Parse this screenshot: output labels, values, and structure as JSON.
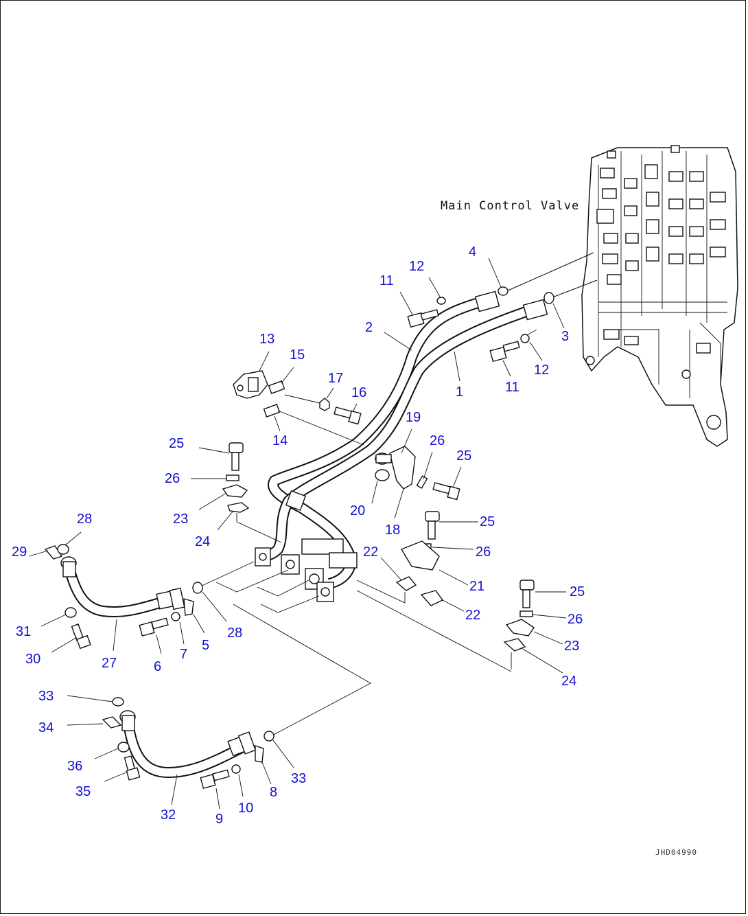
{
  "diagram": {
    "label_main_control_valve": "Main Control Valve",
    "drawing_code": "JHD04990",
    "callout_color": "#1010d0",
    "callouts": [
      {
        "id": "c4",
        "text": "4"
      },
      {
        "id": "c12a",
        "text": "12"
      },
      {
        "id": "c11a",
        "text": "11"
      },
      {
        "id": "c2",
        "text": "2"
      },
      {
        "id": "c3",
        "text": "3"
      },
      {
        "id": "c1",
        "text": "1"
      },
      {
        "id": "c12b",
        "text": "12"
      },
      {
        "id": "c11b",
        "text": "11"
      },
      {
        "id": "c13",
        "text": "13"
      },
      {
        "id": "c15",
        "text": "15"
      },
      {
        "id": "c17",
        "text": "17"
      },
      {
        "id": "c16",
        "text": "16"
      },
      {
        "id": "c14",
        "text": "14"
      },
      {
        "id": "c19",
        "text": "19"
      },
      {
        "id": "c25a",
        "text": "25"
      },
      {
        "id": "c26a",
        "text": "26"
      },
      {
        "id": "c26b",
        "text": "26"
      },
      {
        "id": "c25b",
        "text": "25"
      },
      {
        "id": "c23a",
        "text": "23"
      },
      {
        "id": "c20",
        "text": "20"
      },
      {
        "id": "c18",
        "text": "18"
      },
      {
        "id": "c24a",
        "text": "24"
      },
      {
        "id": "c25c",
        "text": "25"
      },
      {
        "id": "c28a",
        "text": "28"
      },
      {
        "id": "c29",
        "text": "29"
      },
      {
        "id": "c22a",
        "text": "22"
      },
      {
        "id": "c26c",
        "text": "26"
      },
      {
        "id": "c21",
        "text": "21"
      },
      {
        "id": "c22b",
        "text": "22"
      },
      {
        "id": "c25d",
        "text": "25"
      },
      {
        "id": "c26d",
        "text": "26"
      },
      {
        "id": "c31",
        "text": "31"
      },
      {
        "id": "c28b",
        "text": "28"
      },
      {
        "id": "c5",
        "text": "5"
      },
      {
        "id": "c7",
        "text": "7"
      },
      {
        "id": "c6",
        "text": "6"
      },
      {
        "id": "c27",
        "text": "27"
      },
      {
        "id": "c30",
        "text": "30"
      },
      {
        "id": "c23b",
        "text": "23"
      },
      {
        "id": "c24b",
        "text": "24"
      },
      {
        "id": "c33a",
        "text": "33"
      },
      {
        "id": "c34",
        "text": "34"
      },
      {
        "id": "c36",
        "text": "36"
      },
      {
        "id": "c35",
        "text": "35"
      },
      {
        "id": "c33b",
        "text": "33"
      },
      {
        "id": "c8",
        "text": "8"
      },
      {
        "id": "c10",
        "text": "10"
      },
      {
        "id": "c9",
        "text": "9"
      },
      {
        "id": "c32",
        "text": "32"
      }
    ]
  }
}
